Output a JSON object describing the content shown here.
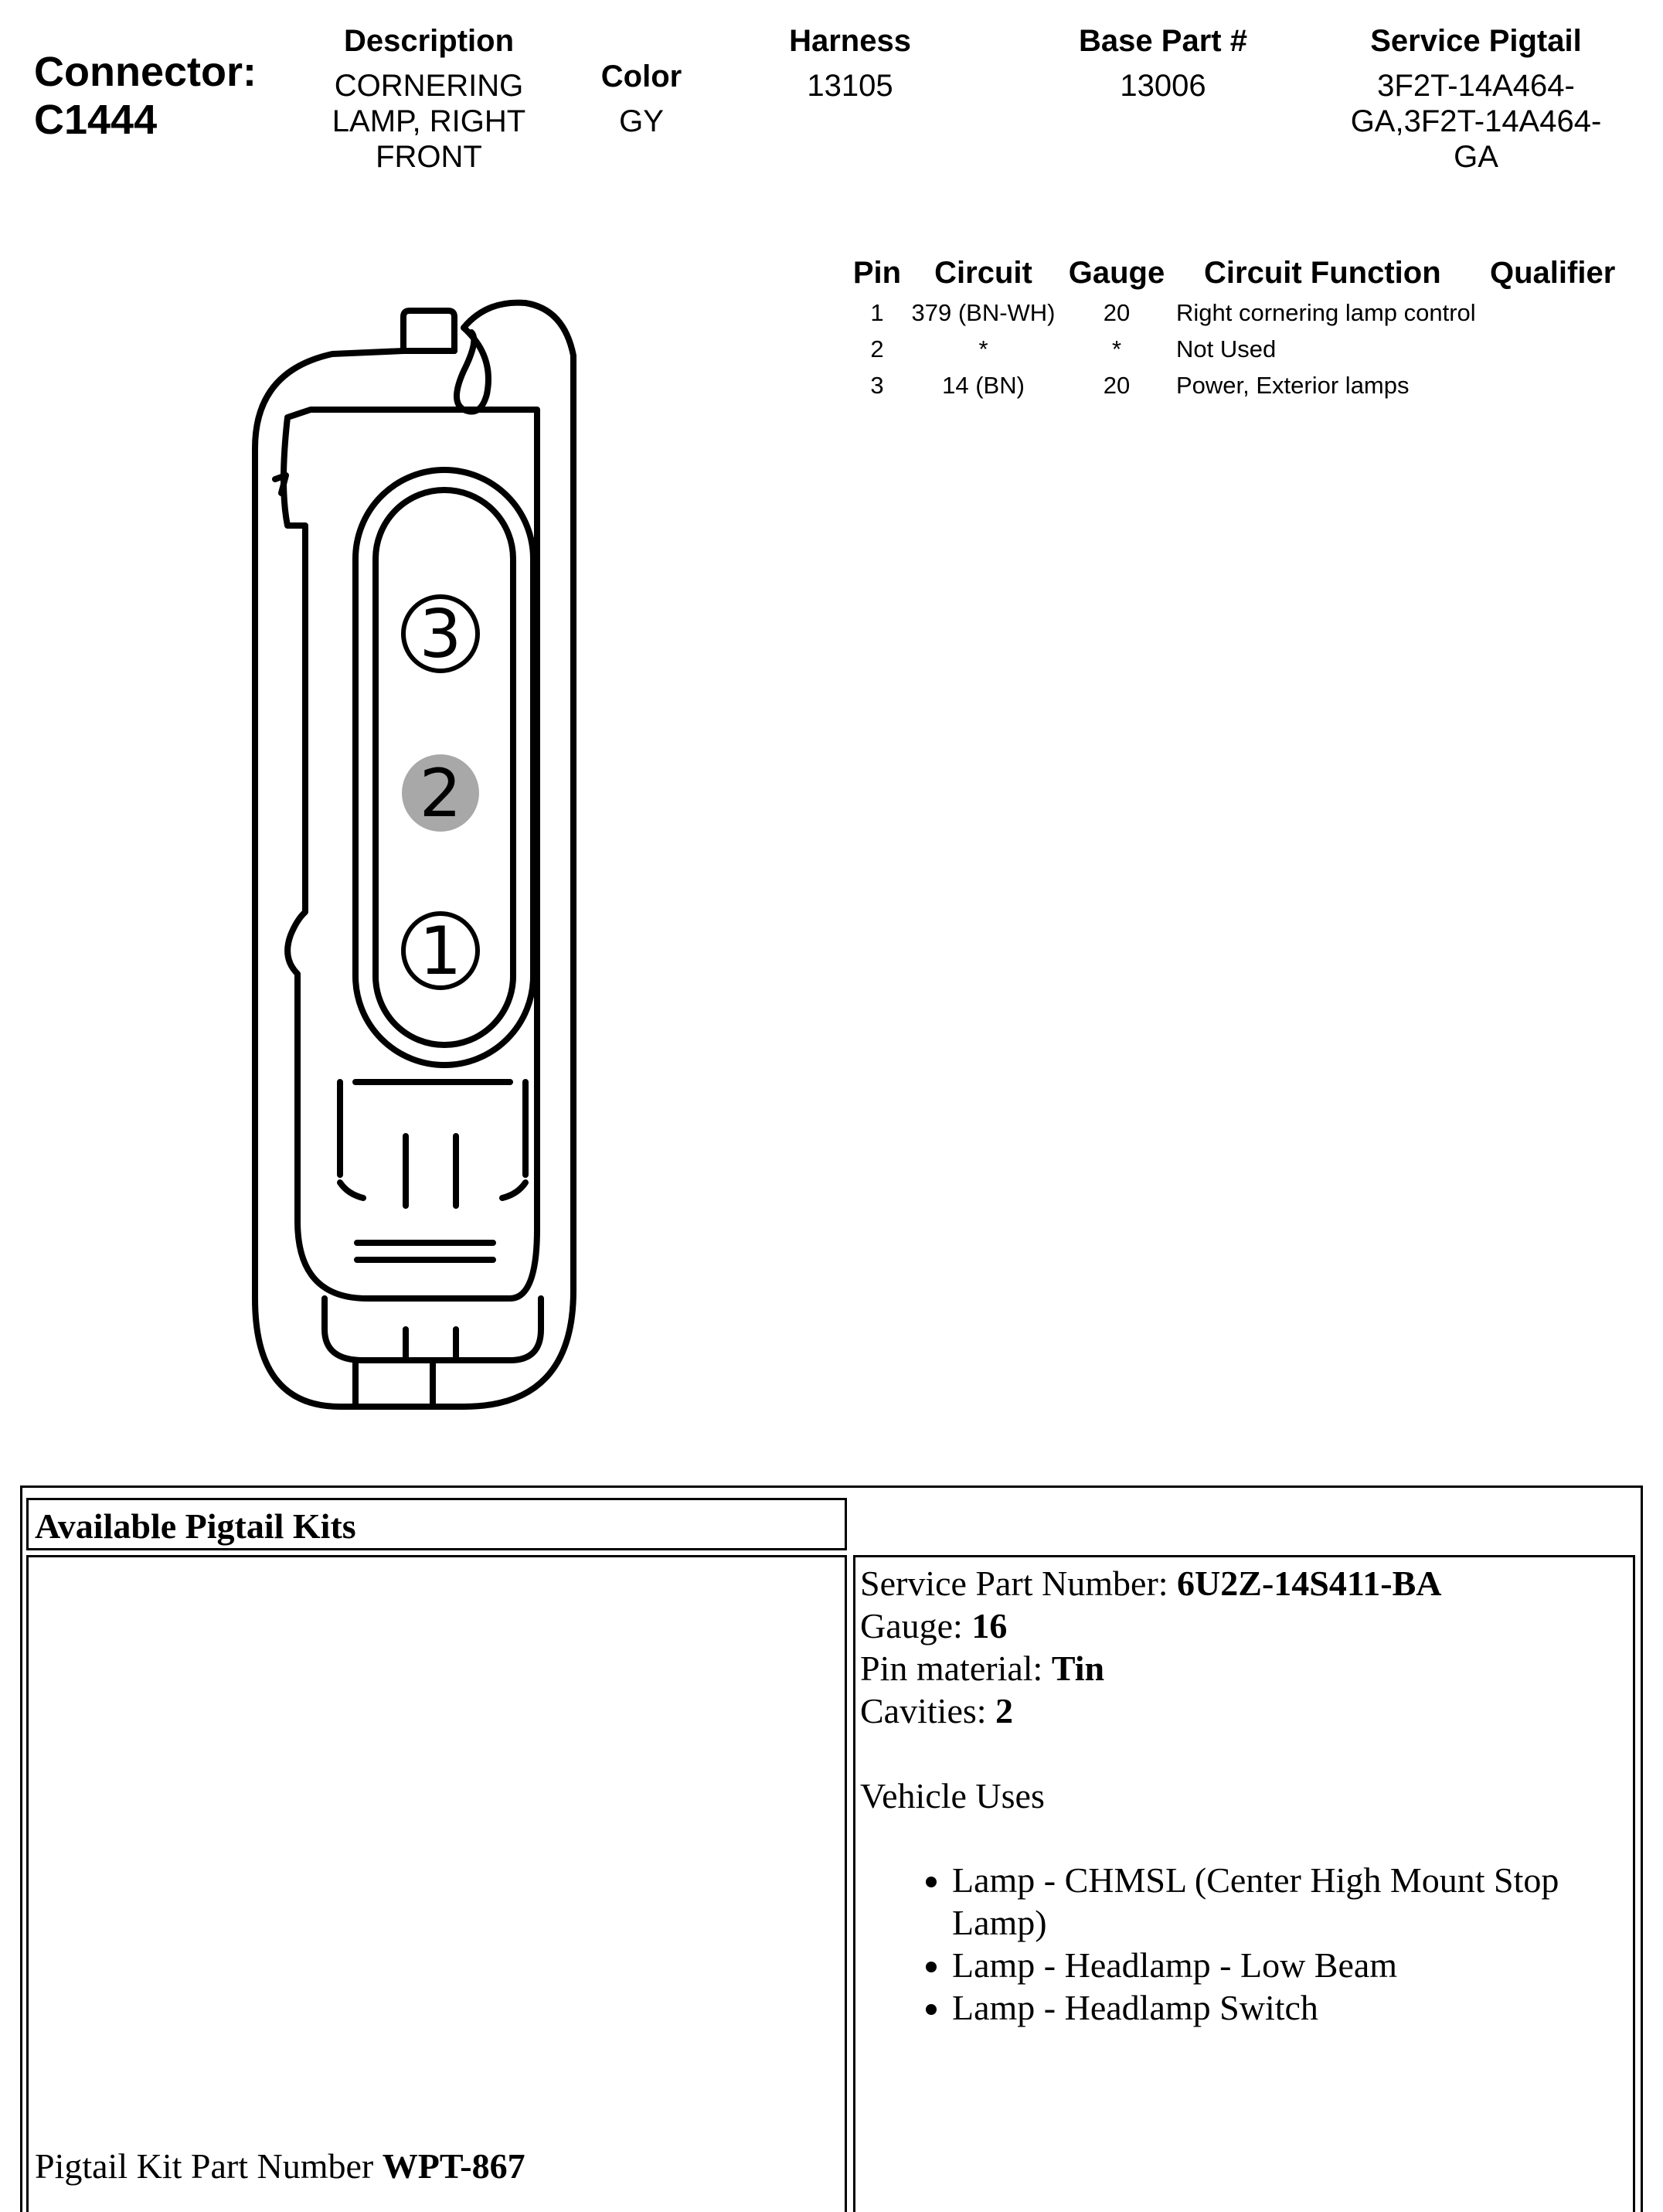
{
  "connector": {
    "label": "Connector:",
    "id": "C1444"
  },
  "header": {
    "description_label": "Description",
    "description_lines": [
      "CORNERING",
      "LAMP, RIGHT",
      "FRONT"
    ],
    "color_label": "Color",
    "color_value": "GY",
    "harness_label": "Harness",
    "harness_value": "13105",
    "base_part_label": "Base Part #",
    "base_part_value": "13006",
    "service_pigtail_label": "Service Pigtail",
    "service_pigtail_lines": [
      "3F2T-14A464-",
      "GA,3F2T-14A464-",
      "GA"
    ]
  },
  "pin_table": {
    "headers": [
      "Pin",
      "Circuit",
      "Gauge",
      "Circuit Function",
      "Qualifier"
    ],
    "rows": [
      {
        "pin": "1",
        "circuit": "379 (BN-WH)",
        "gauge": "20",
        "function": "Right cornering lamp control",
        "qualifier": ""
      },
      {
        "pin": "2",
        "circuit": "*",
        "gauge": "*",
        "function": "Not Used",
        "qualifier": ""
      },
      {
        "pin": "3",
        "circuit": "14 (BN)",
        "gauge": "20",
        "function": "Power, Exterior lamps",
        "qualifier": ""
      }
    ]
  },
  "diagram": {
    "pins": [
      {
        "label": "3",
        "used": true
      },
      {
        "label": "2",
        "used": false
      },
      {
        "label": "1",
        "used": true
      }
    ],
    "unused_fill": "#a8a8a8"
  },
  "kits": {
    "title": "Available Pigtail Kits",
    "service_part_label": "Service Part Number: ",
    "service_part_value": "6U2Z-14S411-BA",
    "gauge_label": "Gauge: ",
    "gauge_value": "16",
    "pin_material_label": "Pin material: ",
    "pin_material_value": "Tin",
    "cavities_label": "Cavities: ",
    "cavities_value": "2",
    "vehicle_uses_label": "Vehicle Uses",
    "vehicle_uses": [
      "Lamp - CHMSL (Center High Mount Stop Lamp)",
      "Lamp - Headlamp - Low Beam",
      "Lamp - Headlamp Switch"
    ],
    "kit_part_label": "Pigtail Kit Part Number ",
    "kit_part_value": "WPT-867"
  }
}
